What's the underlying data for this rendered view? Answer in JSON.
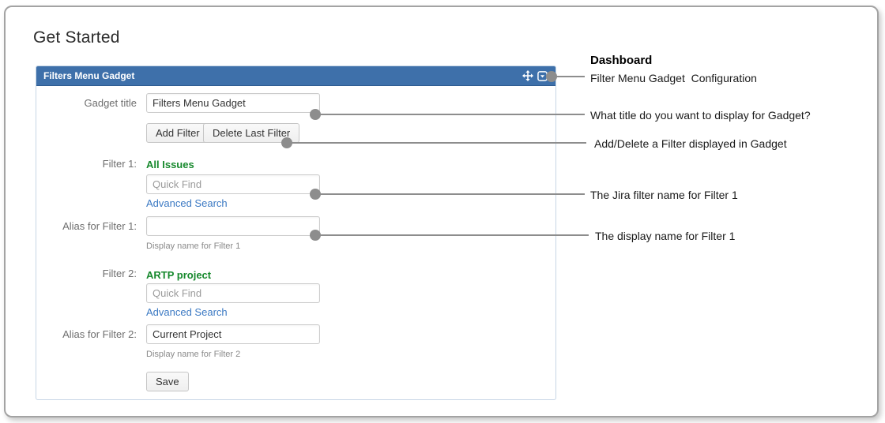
{
  "page": {
    "heading": "Get Started"
  },
  "gadget": {
    "header": {
      "title": "Filters Menu Gadget",
      "icons": [
        "move-icon",
        "dropdown-menu-icon"
      ]
    },
    "title_field": {
      "label": "Gadget title",
      "value": "Filters Menu Gadget"
    },
    "buttons": {
      "add": "Add Filter",
      "delete": "Delete Last Filter",
      "save": "Save"
    },
    "filters": [
      {
        "label": "Filter 1:",
        "name": "All Issues",
        "search_placeholder": "Quick Find",
        "link": "Advanced Search",
        "alias_label": "Alias for Filter 1:",
        "alias_value": "",
        "help": "Display name for Filter 1"
      },
      {
        "label": "Filter 2:",
        "name": "ARTP project",
        "search_placeholder": "Quick Find",
        "link": "Advanced Search",
        "alias_label": "Alias for Filter 2:",
        "alias_value": "Current Project",
        "help": "Display name for Filter 2"
      }
    ]
  },
  "annotations": {
    "title": "Dashboard",
    "subtitle": "Filter Menu Gadget  Configuration",
    "items": [
      "What title do you want to display for Gadget?",
      "Add/Delete a Filter displayed in Gadget",
      "The Jira filter name for Filter 1",
      "The display name for Filter 1"
    ]
  },
  "colors": {
    "header_blue": "#3e70aa",
    "filter_green": "#17892d",
    "link_blue": "#3b79c3",
    "callout_gray": "#8d8d8d"
  }
}
